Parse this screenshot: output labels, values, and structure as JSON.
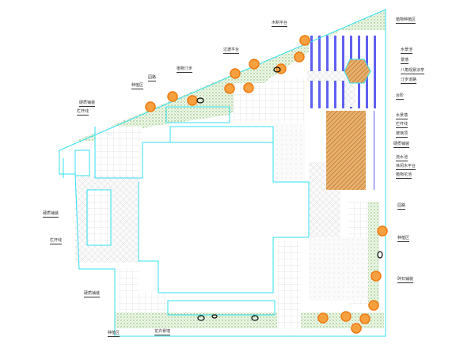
{
  "labels": {
    "planting_zone_top": "植物种植区",
    "wood_deck": "木制平台",
    "transition_deck": "过渡平台",
    "water_pool": "水景池",
    "landscape_wall": "景墙",
    "pavilion": "八角观景凉亭",
    "stepping_path": "汀步道路",
    "steps": "台阶",
    "water_wall": "水景墙",
    "railing_right": "栏杆线",
    "glass_roof": "玻璃顶",
    "hard_paving_right": "硬质铺装",
    "fountain": "流水池",
    "leisure_deck": "休闲木平台",
    "flower_bed": "植物花池",
    "garden_path_right": "园路",
    "planting_right": "种植区",
    "gravel_paving": "碎石铺装",
    "hard_paving_left_top": "硬质铺装",
    "railing_left_top": "栏杆线",
    "planting_left": "种植区",
    "garden_path_left": "园路",
    "stepping_stones": "植物汀步",
    "hard_paving_left_mid": "硬质铺装",
    "railing_left_mid": "栏杆线",
    "hard_paving_bottom": "硬质铺装",
    "planting_bottom": "种植区",
    "flower_wall": "花卉景墙"
  },
  "colors": {
    "outline": "#33e0f0",
    "planting": "#9acb8a",
    "water": "#5a5af0",
    "wood": "#d59a3a",
    "tree": "#f07a10"
  }
}
